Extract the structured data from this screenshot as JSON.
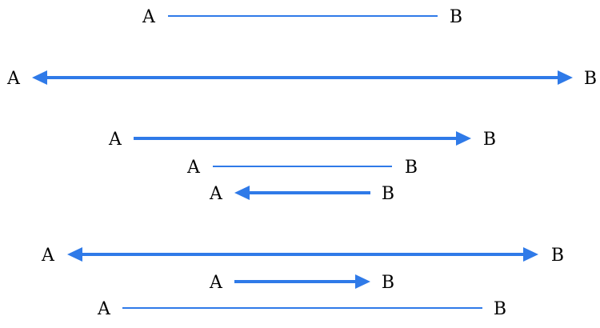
{
  "colors": {
    "line": "#2f7ae8",
    "text": "#000000"
  },
  "rows": [
    {
      "start_label": "A",
      "end_label": "B",
      "arrow": "none",
      "weight": "thin"
    },
    {
      "start_label": "A",
      "end_label": "B",
      "arrow": "both",
      "weight": "thick"
    },
    {
      "start_label": "A",
      "end_label": "B",
      "arrow": "end",
      "weight": "thick"
    },
    {
      "start_label": "A",
      "end_label": "B",
      "arrow": "none",
      "weight": "thin"
    },
    {
      "start_label": "A",
      "end_label": "B",
      "arrow": "start",
      "weight": "thick"
    },
    {
      "start_label": "A",
      "end_label": "B",
      "arrow": "both",
      "weight": "thick"
    },
    {
      "start_label": "A",
      "end_label": "B",
      "arrow": "end",
      "weight": "thick"
    },
    {
      "start_label": "A",
      "end_label": "B",
      "arrow": "none",
      "weight": "thin"
    }
  ]
}
